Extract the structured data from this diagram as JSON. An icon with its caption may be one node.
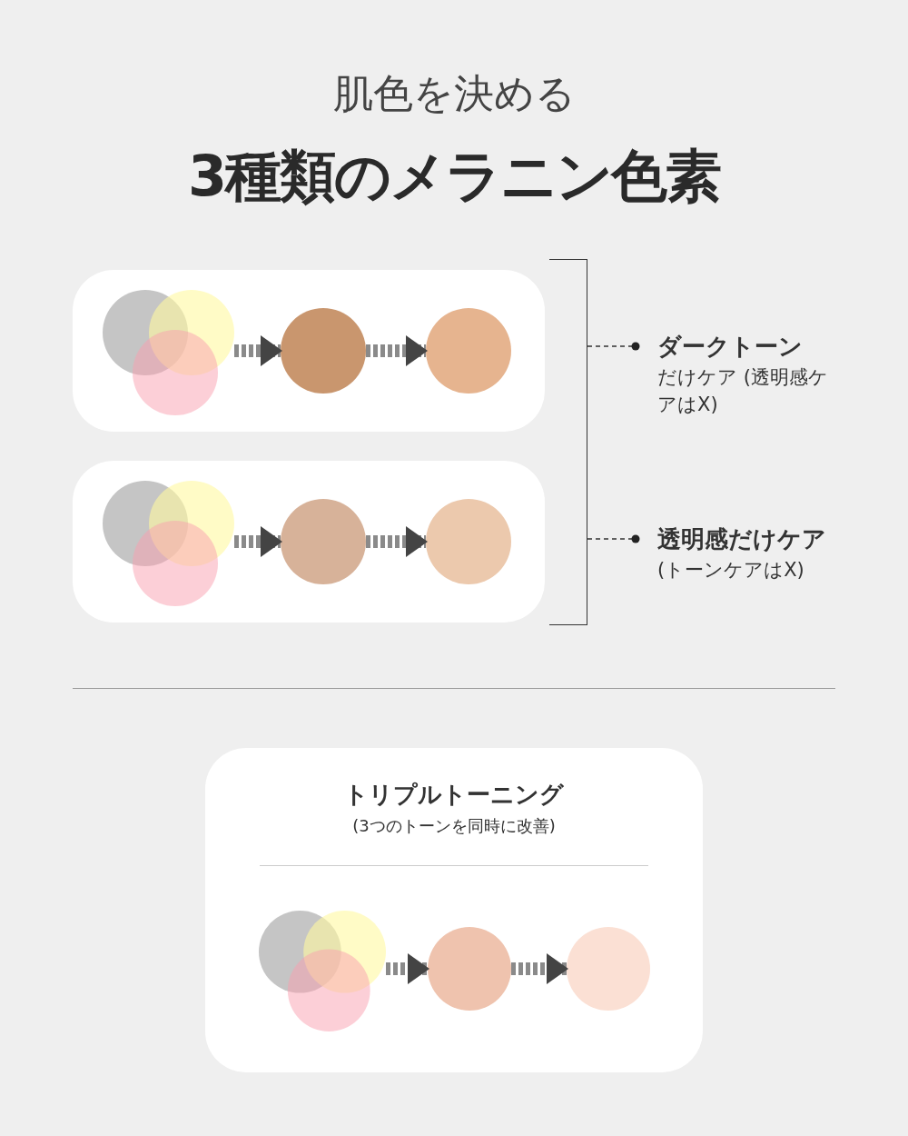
{
  "diagram": {
    "title": "3種類のメラニン色素",
    "nodes": [
      {
        "text": [],
        "shape": "box"
      },
      {
        "text": [],
        "shape": "picture",
        "in": 0
      },
      {
        "text": [],
        "shape": "circle",
        "in": 0
      },
      {
        "text": [],
        "shape": "circle",
        "in": 0
      },
      {
        "text": [],
        "shape": "box"
      },
      {
        "text": [],
        "shape": "picture",
        "in": 4
      },
      {
        "text": [],
        "shape": "circle",
        "in": 4
      },
      {
        "text": [],
        "shape": "circle",
        "in": 4
      },
      {
        "text": [],
        "shape": "bracket"
      },
      {
        "text": [
          "ダークトーン",
          "だけケア (透明感ケアはX)"
        ]
      },
      {
        "text": [
          "透明感だけケア",
          "(トーンケアはX)"
        ]
      },
      {
        "text": [
          "トリプルトーニング",
          "(3つのトーンを同時に改善)"
        ]
      },
      {
        "text": [],
        "shape": "picture",
        "in": 11
      },
      {
        "text": [],
        "shape": "circle",
        "in": 11
      },
      {
        "text": [],
        "shape": "circle",
        "in": 11
      }
    ],
    "edges": [
      {
        "from": 1,
        "to": 2,
        "arrow": "to",
        "style": "dashed"
      },
      {
        "from": 2,
        "to": 3,
        "arrow": "to",
        "style": "dashed"
      },
      {
        "from": 5,
        "to": 6,
        "arrow": "to",
        "style": "dashed"
      },
      {
        "from": 6,
        "to": 7,
        "arrow": "to",
        "style": "dashed"
      },
      {
        "from": 8,
        "to": 9,
        "arrow": "other",
        "style": "dashed"
      },
      {
        "from": 8,
        "to": 10,
        "arrow": "other",
        "style": "dashed"
      },
      {
        "from": 12,
        "to": 13,
        "arrow": "to",
        "style": "dashed"
      },
      {
        "from": 13,
        "to": 14,
        "arrow": "to",
        "style": "dashed"
      }
    ],
    "labels": [
      "肌色を決める"
    ]
  }
}
